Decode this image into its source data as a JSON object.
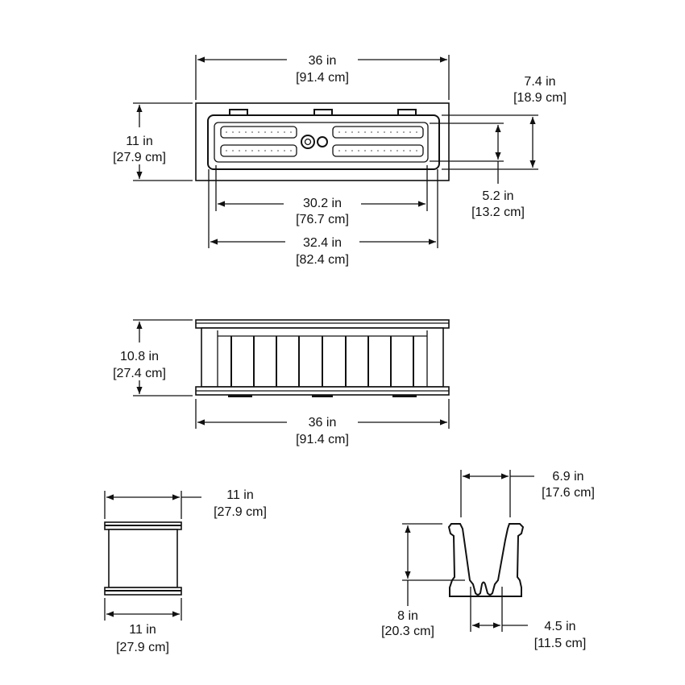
{
  "top_view": {
    "overall_width": {
      "imperial": "36 in",
      "metric": "[91.4 cm]"
    },
    "overall_depth": {
      "imperial": "11 in",
      "metric": "[27.9 cm]"
    },
    "inner_depth_outer": {
      "imperial": "7.4 in",
      "metric": "[18.9 cm]"
    },
    "inner_depth_inner": {
      "imperial": "5.2 in",
      "metric": "[13.2 cm]"
    },
    "inner_length_inner": {
      "imperial": "30.2 in",
      "metric": "[76.7 cm]"
    },
    "inner_length_outer": {
      "imperial": "32.4 in",
      "metric": "[82.4 cm]"
    }
  },
  "front_view": {
    "height": {
      "imperial": "10.8 in",
      "metric": "[27.4 cm]"
    },
    "width": {
      "imperial": "36 in",
      "metric": "[91.4 cm]"
    }
  },
  "side_view": {
    "top_width": {
      "imperial": "11 in",
      "metric": "[27.9 cm]"
    },
    "bottom_width": {
      "imperial": "11 in",
      "metric": "[27.9 cm]"
    }
  },
  "section_view": {
    "top_width": {
      "imperial": "6.9 in",
      "metric": "[17.6 cm]"
    },
    "height": {
      "imperial": "8 in",
      "metric": "[20.3 cm]"
    },
    "base_width": {
      "imperial": "4.5 in",
      "metric": "[11.5 cm]"
    }
  }
}
